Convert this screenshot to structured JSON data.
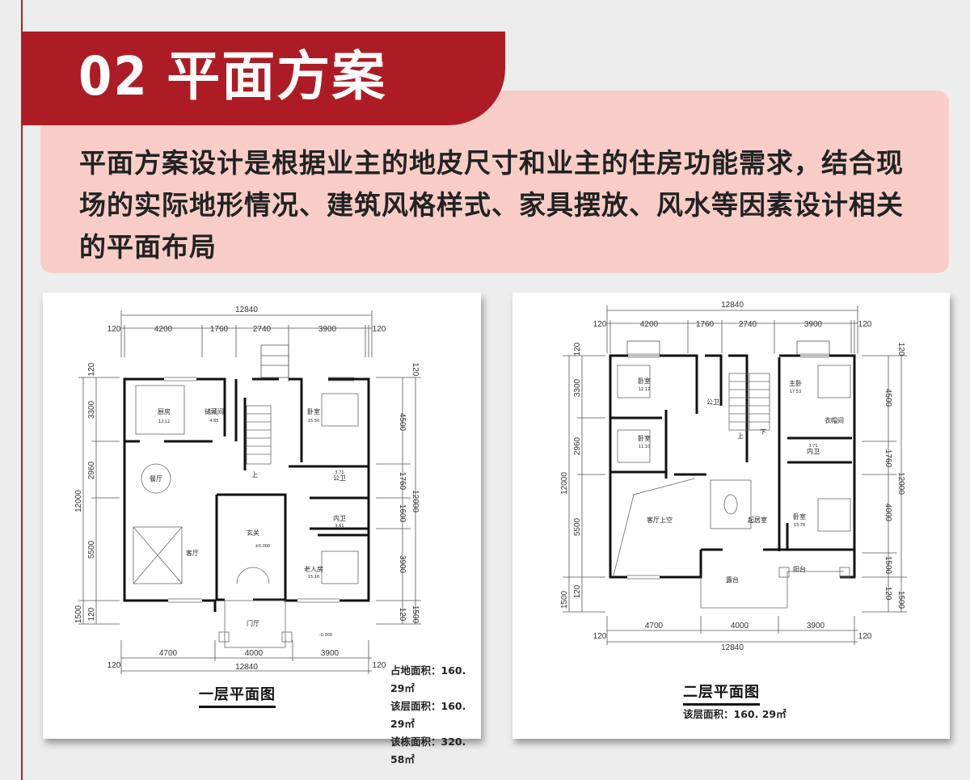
{
  "header": {
    "section_title": "02 平面方案",
    "description": "平面方案设计是根据业主的地皮尺寸和业主的住房功能需求，结合现场的实际地形情况、建筑风格样式、家具摆放、风水等因素设计相关的平面布局"
  },
  "colors": {
    "brand_red": "#ad1c24",
    "panel_pink": "#f8cdc8",
    "background": "#ededed"
  },
  "floor_plans": [
    {
      "title": "一层平面图",
      "areas": [
        {
          "label": "占地面积：",
          "value": "160. 29㎡"
        },
        {
          "label": "该层面积：",
          "value": "160. 29㎡"
        },
        {
          "label": "该栋面积：",
          "value": "320. 58㎡"
        }
      ],
      "top_dims": {
        "total": "12840",
        "segments": [
          "120",
          "4200",
          "1760",
          "2740",
          "3900",
          "120"
        ]
      },
      "bottom_dims": {
        "total": "12840",
        "segments": [
          "120",
          "4700",
          "4000",
          "3900",
          "120"
        ]
      },
      "left_dims": {
        "total": "12000",
        "segments": [
          "120",
          "3300",
          "2960",
          "5500",
          "120",
          "1500"
        ]
      },
      "right_dims": {
        "total": "12000",
        "segments": [
          "120",
          "4500",
          "1760",
          "1600",
          "3900",
          "120",
          "1500"
        ]
      },
      "rooms": [
        {
          "name": "厨房",
          "area": "12.12"
        },
        {
          "name": "储藏间",
          "area": "4.65"
        },
        {
          "name": "卧室",
          "area": "15.50"
        },
        {
          "name": "餐厅",
          "area": ""
        },
        {
          "name": "公卫",
          "area": "3.71"
        },
        {
          "name": "内卫",
          "area": "3.61"
        },
        {
          "name": "玄关",
          "area": ""
        },
        {
          "name": "客厅",
          "area": ""
        },
        {
          "name": "老人房",
          "area": "15.16"
        },
        {
          "name": "门厅",
          "area": ""
        }
      ],
      "annotations": {
        "stair_up": "上",
        "elevation_in": "±0.000",
        "elevation_out": "-0.300"
      }
    },
    {
      "title": "二层平面图",
      "areas": [
        {
          "label": "该层面积：",
          "value": "160. 29㎡"
        }
      ],
      "top_dims": {
        "total": "12840",
        "segments": [
          "120",
          "4200",
          "1760",
          "2740",
          "3900",
          "120"
        ]
      },
      "bottom_dims": {
        "total": "12840",
        "segments": [
          "120",
          "4700",
          "4000",
          "3900",
          "120"
        ]
      },
      "left_dims": {
        "total": "12000",
        "segments": [
          "120",
          "3300",
          "2960",
          "5500",
          "120",
          "1500"
        ]
      },
      "right_dims": {
        "total": "12000",
        "segments": [
          "120",
          "4500",
          "1760",
          "4000",
          "1500",
          "120",
          "1500"
        ]
      },
      "rooms": [
        {
          "name": "卧室",
          "area": "12.12"
        },
        {
          "name": "公卫",
          "area": ""
        },
        {
          "name": "主卧",
          "area": "17.53"
        },
        {
          "name": "衣帽间",
          "area": ""
        },
        {
          "name": "卧室",
          "area": "11.10"
        },
        {
          "name": "内卫",
          "area": "3.71"
        },
        {
          "name": "客厅上空",
          "area": ""
        },
        {
          "name": "起居室",
          "area": ""
        },
        {
          "name": "卧室",
          "area": "13.76"
        },
        {
          "name": "露台",
          "area": ""
        },
        {
          "name": "阳台",
          "area": ""
        }
      ],
      "annotations": {
        "stair_up": "上",
        "stair_down": "下"
      }
    }
  ]
}
